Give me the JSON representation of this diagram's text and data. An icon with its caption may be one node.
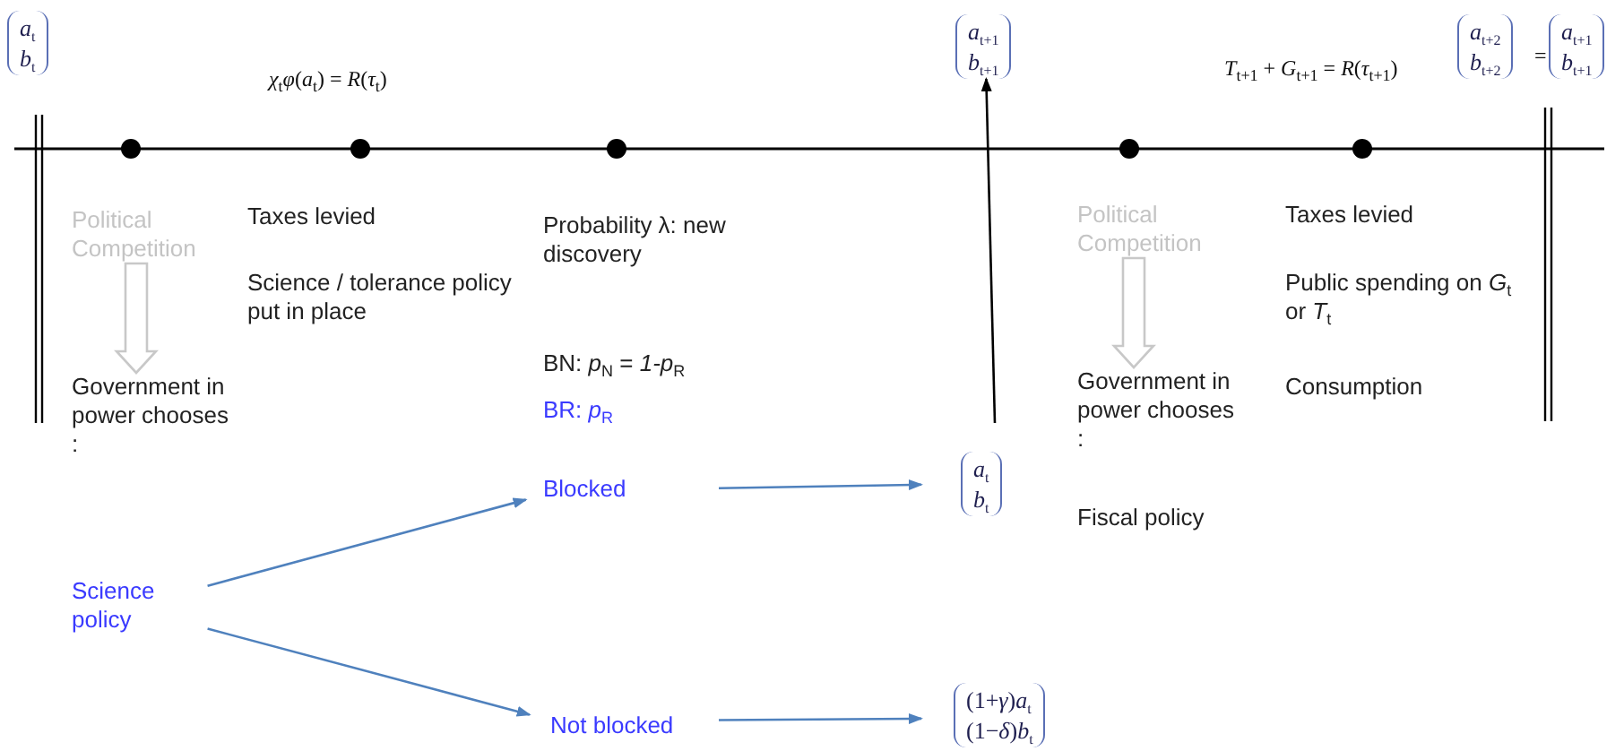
{
  "diagram": {
    "nodes": [
      {
        "text": [
          "*a*$_{t}$",
          "*b*$_{t}$"
        ]
      },
      {
        "text": [
          "*a*$_{t+1}$",
          "*b*$_{t+1}$"
        ]
      },
      {
        "text": [
          "*a*$_{t+2}$",
          "*b*$_{t+2}$"
        ]
      },
      {
        "text": [
          "*a*$_{t+1}$",
          "*b*$_{t+1}$"
        ]
      },
      {
        "text": [
          "Political Competition"
        ]
      },
      {
        "text": [
          "Government in power chooses :"
        ]
      },
      {
        "text": [
          "Science policy"
        ]
      },
      {
        "text": [
          "Blocked"
        ]
      },
      {
        "text": [
          "Not blocked"
        ]
      },
      {
        "text": [
          "*a*$_{t}$",
          "*b*$_{t}$"
        ]
      },
      {
        "text": [
          "(1+*γ*)*a*$_{t}$",
          "(1−*δ*)*b*$_{t}$"
        ]
      },
      {
        "text": [
          "Political Competition"
        ]
      },
      {
        "text": [
          "Government in power chooses :"
        ]
      }
    ],
    "edges": [
      {
        "from": 4,
        "to": 5,
        "arrow": "to",
        "color": "#c8c8c8"
      },
      {
        "from": 6,
        "to": 7,
        "arrow": "to"
      },
      {
        "from": 6,
        "to": 8,
        "arrow": "to"
      },
      {
        "from": 7,
        "to": 9,
        "arrow": "to"
      },
      {
        "from": 8,
        "to": 10,
        "arrow": "to"
      },
      {
        "from": null,
        "to": 1,
        "arrow": "to",
        "color": "#000000"
      },
      {
        "from": 11,
        "to": 12,
        "arrow": "to",
        "color": "#c8c8c8"
      }
    ],
    "labels": [
      "*χ*$_{t}$*φ*(*a*$_{t}$) = *R*(*τ*$_{t}$)",
      "*T*$_{t+1}$ + *G*$_{t+1}$ = *R*(*τ*$_{t+1}$)",
      "=",
      "Taxes levied",
      "Science / tolerance policy put in place",
      "Probability λ: new discovery",
      "BN: *p*$_{N}$ = *1-p*$_{R}$",
      "BR: *p*$_{R}$",
      "Taxes levied",
      "Public spending on *G*$_{t}$ or *T*$_{t}$",
      "Consumption",
      "Fiscal policy"
    ]
  }
}
